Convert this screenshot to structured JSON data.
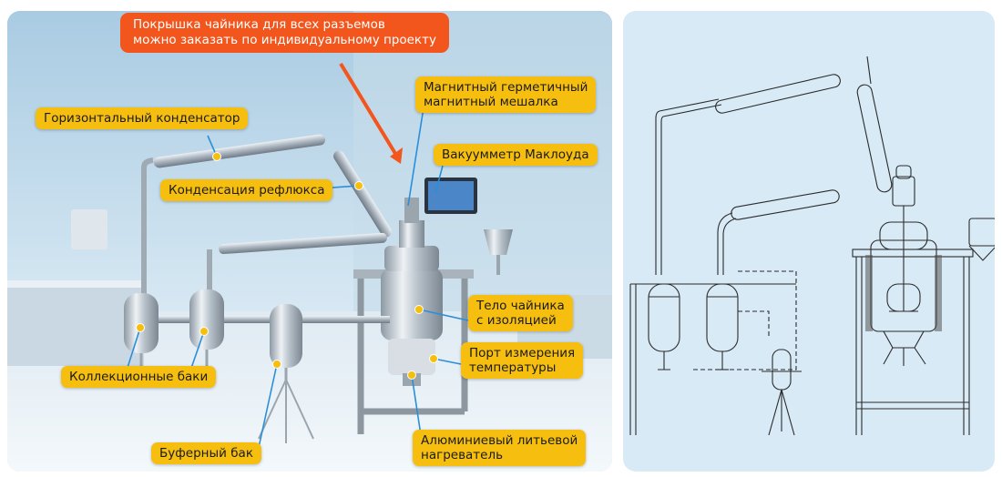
{
  "banner": {
    "text": "Покрышка чайника для всех разъемов\nможно заказать по индивидуальному проекту",
    "color": "#f2561d"
  },
  "callouts": {
    "horizontal_condenser": "Горизонтальный конденсатор",
    "magnetic_stirrer": "Магнитный герметичный\nмагнитный мешалка",
    "mcleod_gauge": "Вакуумметр Маклоуда",
    "reflux_condensation": "Конденсация рефлюкса",
    "vessel_body": "Тело чайника\nс изоляцией",
    "temperature_port": "Порт измерения\nтемпературы",
    "collection_tanks": "Коллекционные баки",
    "buffer_tank": "Буферный бак",
    "aluminum_heater": "Алюминиевый литьевой\nнагреватель"
  },
  "colors": {
    "callout": "#f6bf10",
    "marker": "#f6bf10",
    "leader_line": "#2a8fd8",
    "photo_background": "#b9d4e6",
    "drawing_background": "#d8eaf6",
    "drawing_line": "#2b2b2b"
  }
}
